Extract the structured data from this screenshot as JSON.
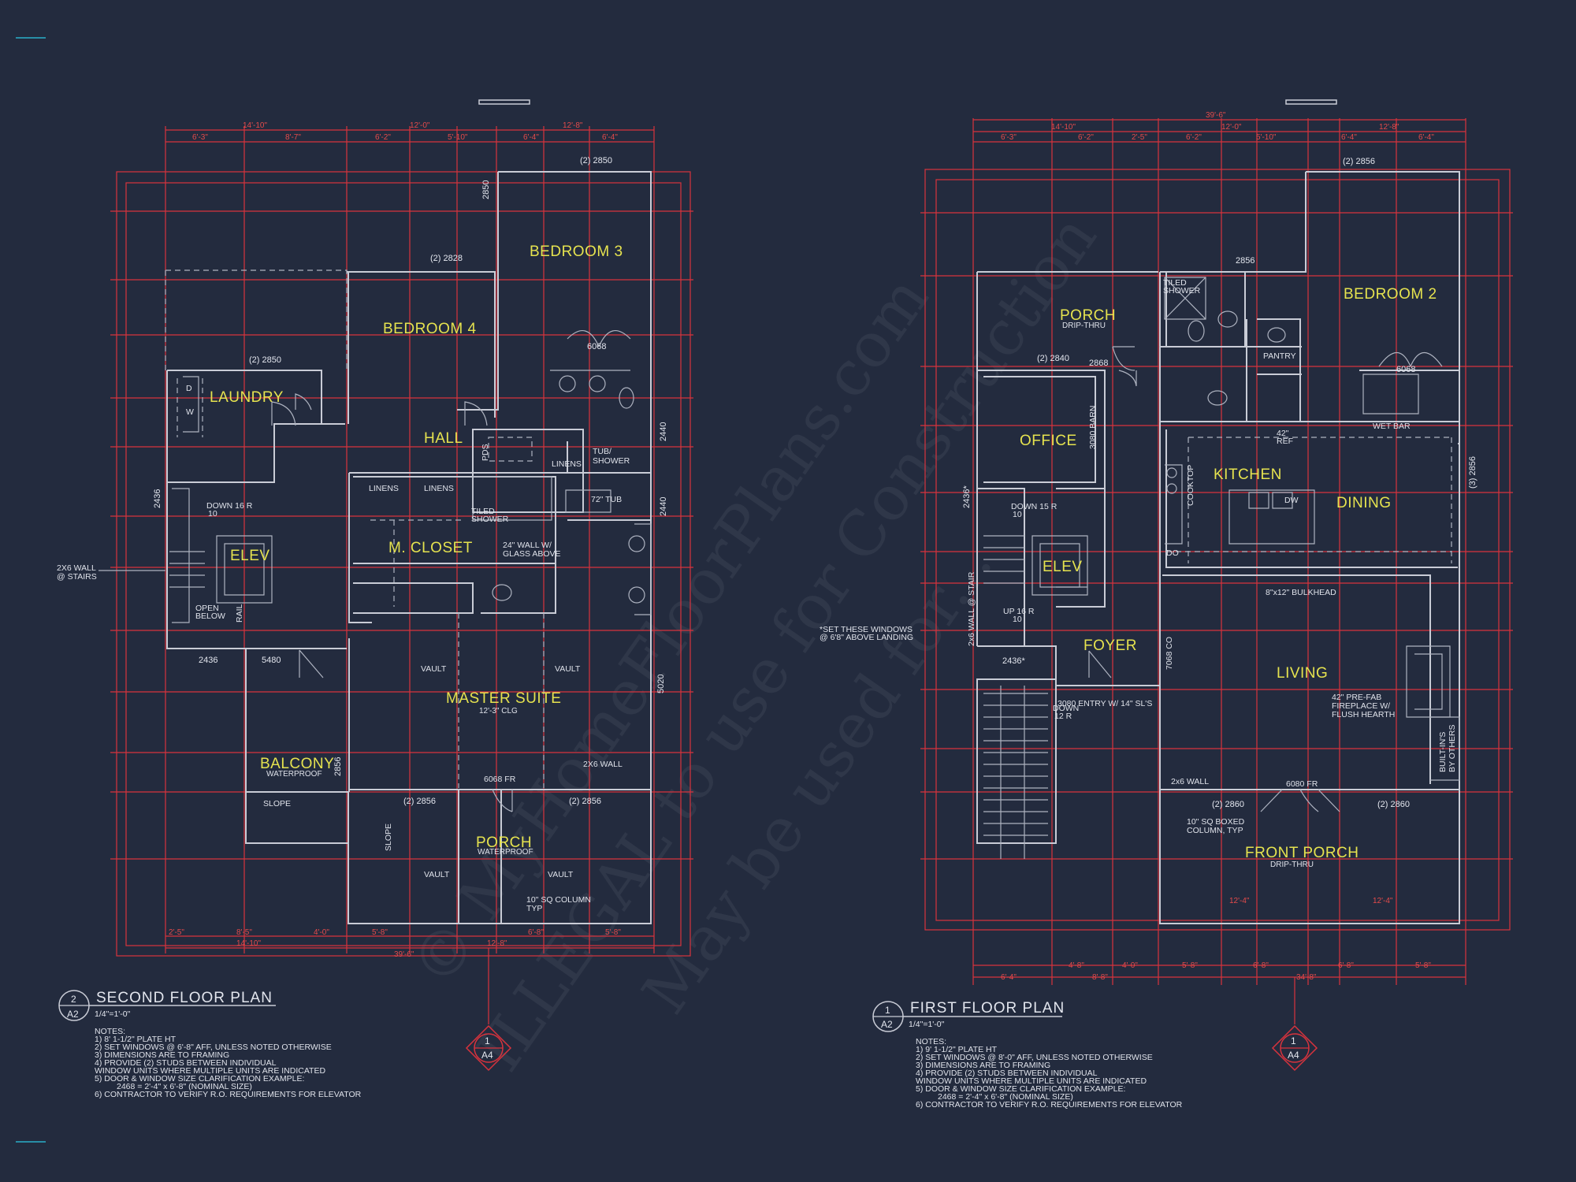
{
  "second_floor": {
    "number": "2",
    "sheet": "A2",
    "title": "SECOND FLOOR PLAN",
    "scale": "1/4\"=1'-0\"",
    "notes": [
      "NOTES:",
      "1) 8' 1-1/2\" PLATE HT",
      "2) SET WINDOWS @ 6'-8\" AFF, UNLESS NOTED OTHERWISE",
      "3) DIMENSIONS ARE TO FRAMING",
      "4) PROVIDE (2) STUDS BETWEEN INDIVIDUAL",
      "WINDOW UNITS WHERE MULTIPLE UNITS ARE INDICATED",
      "5) DOOR & WINDOW SIZE CLARIFICATION EXAMPLE:",
      "2468 = 2'-4\" x 6'-8\" (NOMINAL SIZE)",
      "6) CONTRACTOR TO VERIFY R.O. REQUIREMENTS FOR ELEVATOR"
    ],
    "rooms": {
      "bedroom3": "BEDROOM 3",
      "bedroom4": "BEDROOM 4",
      "laundry": "LAUNDRY",
      "hall": "HALL",
      "closet": "M. CLOSET",
      "elev": "ELEV",
      "master": "MASTER SUITE",
      "master_sub": "12'-3\" CLG",
      "balcony": "BALCONY",
      "balcony_sub": "WATERPROOF",
      "porch": "PORCH",
      "porch_sub": "WATERPROOF"
    },
    "labels": {
      "win_top": "(2) 2850",
      "win_b4": "(2) 2828",
      "win_laundry": "(2) 2850",
      "door_2850": "2850",
      "door_6068": "6068",
      "tub": "TUB/\nSHOWER",
      "tub72": "72\" TUB",
      "linens1": "LINENS",
      "linens2": "LINENS",
      "linens3": "LINENS",
      "tiled": "TILED\nSHOWER",
      "glass": "24\" WALL W/\nGLASS ABOVE",
      "down": "DOWN 16 R",
      "down_num": "10",
      "open_below": "OPEN\nBELOW",
      "rail": "RAIL",
      "wall_note": "2X6 WALL\n@ STAIRS",
      "vault1": "VAULT",
      "vault2": "VAULT",
      "vault3": "VAULT",
      "vault4": "VAULT",
      "slope1": "SLOPE",
      "slope2": "SLOPE",
      "d6068fr": "6068 FR",
      "w2856a": "(2) 2856",
      "w2856b": "(2) 2856",
      "wall2x6": "2X6 WALL",
      "column": "10\" SQ COLUMN\nTYP",
      "w2436": "2436",
      "w5480": "5480",
      "w5020": "5020",
      "w2440a": "2440",
      "w2440b": "2440",
      "w2436b": "2436",
      "w2856": "2856",
      "pds": "PDS",
      "d": "D",
      "w": "W"
    },
    "dims_top": [
      "14'-10\"",
      "12'-0\"",
      "12'-8\"",
      "6'-3\"",
      "8'-7\"",
      "6'-2\"",
      "5'-10\"",
      "6'-4\"",
      "6'-4\""
    ],
    "dims_bottom": [
      "2'-5\"",
      "8'-5\"",
      "4'-0\"",
      "5'-8\"",
      "6'-8\"",
      "5'-8\"",
      "14'-10\"",
      "12'-8\"",
      "39'-6\""
    ]
  },
  "first_floor": {
    "number": "1",
    "sheet": "A2",
    "title": "FIRST FLOOR PLAN",
    "scale": "1/4\"=1'-0\"",
    "notes": [
      "NOTES:",
      "1) 9' 1-1/2\" PLATE HT",
      "2) SET WINDOWS @ 8'-0\" AFF, UNLESS NOTED OTHERWISE",
      "3) DIMENSIONS ARE TO FRAMING",
      "4) PROVIDE (2) STUDS BETWEEN INDIVIDUAL",
      "WINDOW UNITS WHERE MULTIPLE UNITS ARE INDICATED",
      "5) DOOR & WINDOW SIZE CLARIFICATION EXAMPLE:",
      "2468 = 2'-4\" x 6'-8\" (NOMINAL SIZE)",
      "6) CONTRACTOR TO VERIFY R.O. REQUIREMENTS FOR ELEVATOR"
    ],
    "rooms": {
      "porch": "PORCH",
      "porch_sub": "DRIP-THRU",
      "bedroom2": "BEDROOM 2",
      "office": "OFFICE",
      "kitchen": "KITCHEN",
      "dining": "DINING",
      "elev": "ELEV",
      "foyer": "FOYER",
      "living": "LIVING",
      "front_porch": "FRONT PORCH",
      "front_porch_sub": "DRIP-THRU"
    },
    "labels": {
      "win_top": "(2) 2856",
      "w2856": "2856",
      "w2840": "(2) 2840",
      "d2868": "2868",
      "tiled": "TILED\nSHOWER",
      "pantry": "PANTRY",
      "d6068": "6068",
      "wetbar": "WET BAR",
      "ref": "42\"\nREF",
      "barn": "3080 BARN",
      "cooktop": "COOKTOP",
      "dw": "DW",
      "do": "DO",
      "bulkhead": "8\"x12\" BULKHEAD",
      "down": "DOWN 15 R",
      "down_num": "10",
      "up": "UP 16 R",
      "up_num": "10",
      "stair_wall": "2x6 WALL @ STAIR",
      "co": "7068 CO",
      "entry": "3080 ENTRY W/ 14\" SL'S",
      "down2": "DOWN\n12 R",
      "fireplace": "42\" PRE-FAB\nFIREPLACE W/\nFLUSH HEARTH",
      "builtins": "BUILT-IN'S\nBY OTHERS",
      "wall2x6": "2x6 WALL",
      "d6080": "6080 FR",
      "w2860a": "(2) 2860",
      "w2860b": "(2) 2860",
      "column": "10\" SQ BOXED\nCOLUMN, TYP",
      "w3_2856": "(3) 2856",
      "w2436": "2436*",
      "w2436b": "2436*",
      "note_windows": "*SET THESE WINDOWS\n@ 6'8\" ABOVE LANDING"
    },
    "dims_top": [
      "39'-6\"",
      "14'-10\"",
      "12'-0\"",
      "12'-8\"",
      "6'-3\"",
      "6'-2\"",
      "2'-5\"",
      "6'-2\"",
      "5'-10\"",
      "6'-4\"",
      "6'-4\""
    ],
    "dims_bottom": [
      "6'-4\"",
      "4'-8\"",
      "8'-8\"",
      "4'-0\"",
      "5'-8\"",
      "6'-8\"",
      "6'-8\"",
      "5'-8\"",
      "34'-8\"",
      "12'-4\"",
      "12'-4\""
    ]
  },
  "sections": {
    "left_num": "1",
    "left_sheet": "A4",
    "right_num": "1",
    "right_sheet": "A4"
  },
  "watermark": {
    "line1": "© MyHomeFloorPlans.com",
    "line2": "ILLEGAL to use for Construction",
    "line3": "May be used for..."
  }
}
